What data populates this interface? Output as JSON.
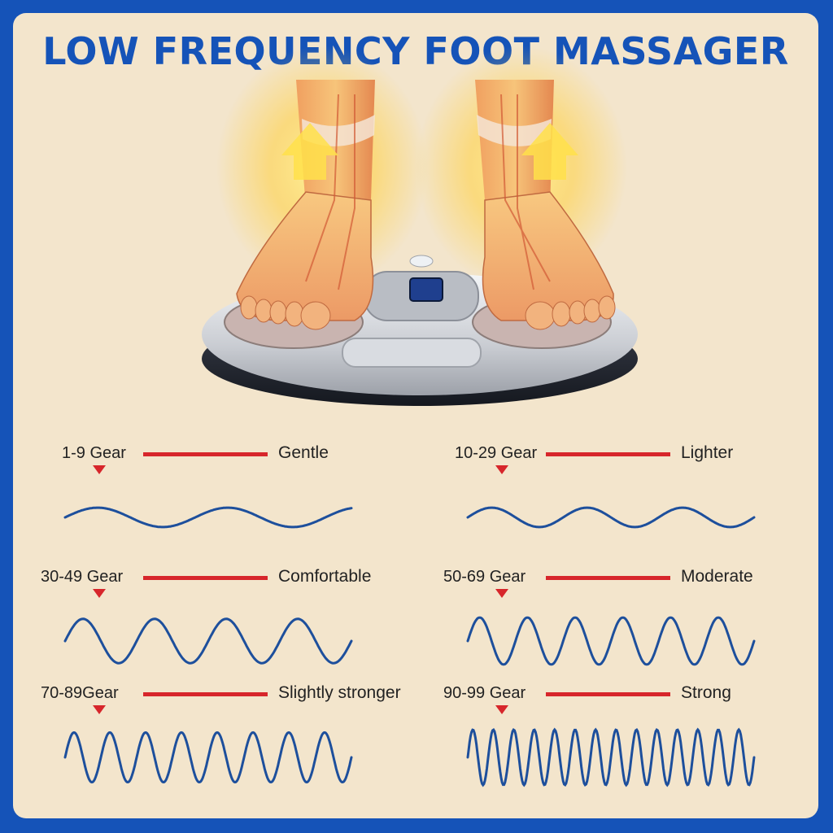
{
  "title": "LOW FREQUENCY FOOT MASSAGER",
  "colors": {
    "border": "#1553b8",
    "background": "#f3e5cc",
    "bar": "#d7262b",
    "wave": "#1d4f9c",
    "title": "#1553b8"
  },
  "device": {
    "icon": "foot-massager-device"
  },
  "gears": [
    {
      "range": "1-9 Gear",
      "level": "Gentle",
      "cycles": 2.2,
      "amplitude": 0.35
    },
    {
      "range": "10-29 Gear",
      "level": "Lighter",
      "cycles": 3,
      "amplitude": 0.35
    },
    {
      "range": "30-49 Gear",
      "level": "Comfortable",
      "cycles": 4,
      "amplitude": 0.8
    },
    {
      "range": "50-69 Gear",
      "level": "Moderate",
      "cycles": 6,
      "amplitude": 0.85
    },
    {
      "range": "70-89Gear",
      "level": "Slightly stronger",
      "cycles": 8,
      "amplitude": 0.9
    },
    {
      "range": "90-99 Gear",
      "level": "Strong",
      "cycles": 14,
      "amplitude": 1.0
    }
  ]
}
